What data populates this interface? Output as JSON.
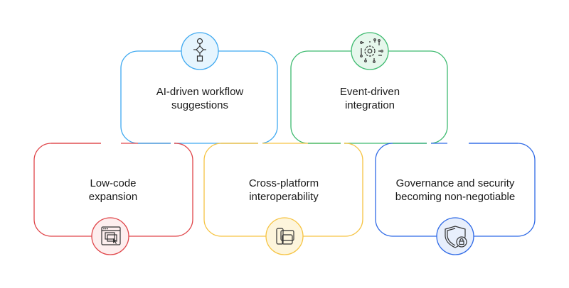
{
  "title": "Workflow automation trends",
  "cards": [
    {
      "id": "low-code",
      "line1": "Low-code",
      "line2": "expansion",
      "icon": "browser-window-cursor-icon",
      "color": "#e0464a",
      "tint": "#fdeeee"
    },
    {
      "id": "ai-driven",
      "line1": "AI-driven workflow",
      "line2": "suggestions",
      "icon": "workflow-flowchart-icon",
      "color": "#3fa9f0",
      "tint": "#e6f5fe"
    },
    {
      "id": "cross-platform",
      "line1": "Cross-platform",
      "line2": "interoperability",
      "icon": "multi-device-icon",
      "color": "#f6c444",
      "tint": "#fdf5dc"
    },
    {
      "id": "event-driven",
      "line1": "Event-driven",
      "line2": "integration",
      "icon": "gear-circuit-icon",
      "color": "#3dba6f",
      "tint": "#e6f7ec"
    },
    {
      "id": "governance",
      "line1": "Governance and security",
      "line2": "becoming non-negotiable",
      "icon": "shield-lock-icon",
      "color": "#2f6ae6",
      "tint": "#e8effc"
    }
  ]
}
